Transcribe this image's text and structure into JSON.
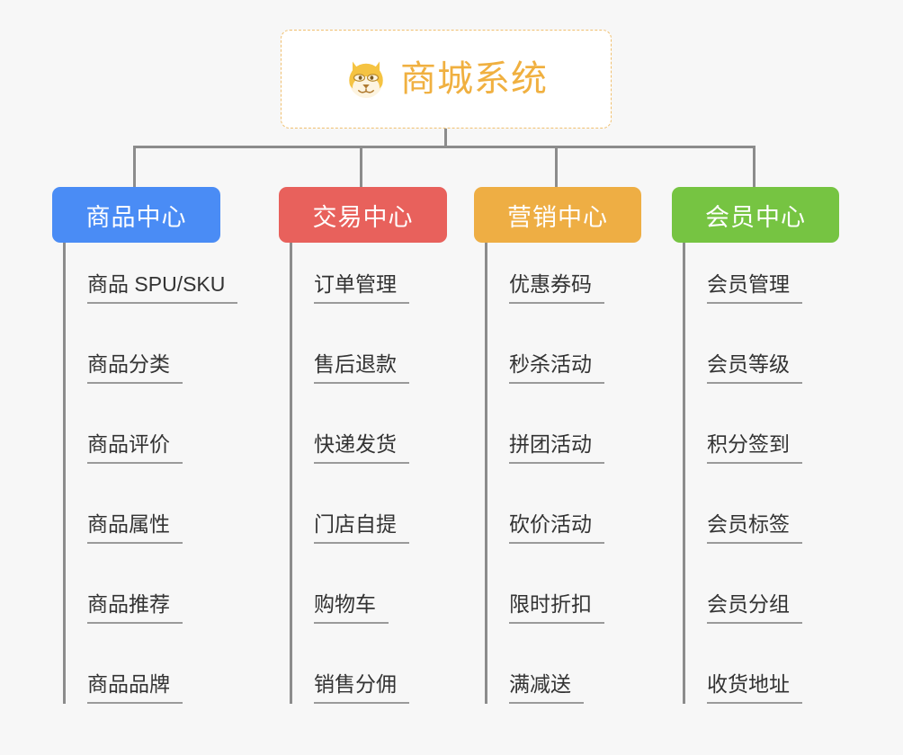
{
  "canvas": {
    "background_color": "#f7f7f7",
    "connector_color": "#8c8c8c"
  },
  "root": {
    "title": "商城系统",
    "icon": "dog-face-icon",
    "border_color": "#f0c070",
    "text_color": "#f0b040",
    "background_color": "#ffffff"
  },
  "categories": [
    {
      "label": "商品中心",
      "color": "#4a8cf5",
      "items": [
        "商品 SPU/SKU",
        "商品分类",
        "商品评价",
        "商品属性",
        "商品推荐",
        "商品品牌"
      ]
    },
    {
      "label": "交易中心",
      "color": "#e8615c",
      "items": [
        "订单管理",
        "售后退款",
        "快递发货",
        "门店自提",
        "购物车",
        "销售分佣"
      ]
    },
    {
      "label": "营销中心",
      "color": "#eeae44",
      "items": [
        "优惠券码",
        "秒杀活动",
        "拼团活动",
        "砍价活动",
        "限时折扣",
        "满减送"
      ]
    },
    {
      "label": "会员中心",
      "color": "#76c442",
      "items": [
        "会员管理",
        "会员等级",
        "积分签到",
        "会员标签",
        "会员分组",
        "收货地址"
      ]
    }
  ]
}
